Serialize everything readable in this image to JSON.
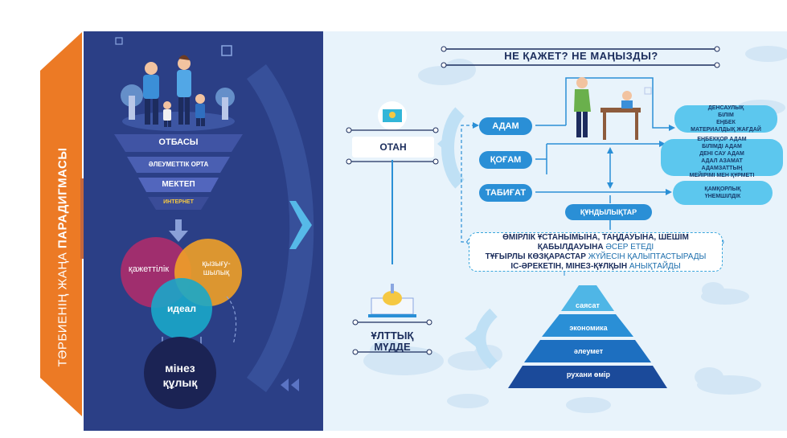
{
  "side_banner": {
    "text_prefix": "ТӘРБИЕНІҢ ЖАҢА",
    "text_main": "ПАРАДИГМАСЫ"
  },
  "funnel": {
    "levels": [
      "ОТБАСЫ",
      "ӘЛЕУМЕТТІК ОРТА",
      "МЕКТЕП",
      "ИНТЕРНЕТ"
    ]
  },
  "venn": {
    "circles": [
      "қажеттілік",
      "қызығу-шылық",
      "идеал"
    ],
    "result": "мінез құлық"
  },
  "title": "НЕ ҚАЖЕТ? НЕ МАҢЫЗДЫ?",
  "otan": "ОТАН",
  "pillars": [
    "АДАМ",
    "ҚОҒАМ",
    "ТАБИҒАТ"
  ],
  "values_pill": "ҚҰНДЫЛЫҚТАР",
  "bubbles": {
    "adam": [
      "ДЕНСАУЛЫҚ",
      "БІЛІМ",
      "ЕҢБЕК",
      "МАТЕРИАЛДЫҚ ЖАҒДАЙ"
    ],
    "kogam": [
      "ЕҢБЕКҚОР АДАМ",
      "БІЛІМДІ АДАМ",
      "ДЕНІ САУ АДАМ",
      "АДАЛ АЗАМАТ",
      "АДАМЗАТТЫҢ",
      "МЕЙІРІМІ МЕН ҚҰРМЕТІ"
    ],
    "tabigat": [
      "ҚАМҚОРЛЫҚ",
      "ҮНЕМШІЛДІК"
    ]
  },
  "value_text": {
    "l1": "ӨМІРЛІК ҰСТАНЫМЫНА, ТАҢДАУЫНА, ШЕШІМ",
    "l2_bold": "ҚАБЫЛДАУЫНА",
    "l2_rest": " ӘСЕР ЕТЕДІ",
    "l3_bold": "ТҰҒЫРЛЫ КӨЗҚАРАСТАР",
    "l3_rest": " ЖҮЙЕСІН ҚАЛЫПТАСТЫРАДЫ",
    "l4_bold": "ІС-ӘРЕКЕТІН, МІНЕЗ-ҚҰЛҚЫН",
    "l4_rest": " АНЫҚТАЙДЫ"
  },
  "national_interest": [
    "ҰЛТТЫҚ",
    "МҮДДЕ"
  ],
  "pyramid": [
    "саясат",
    "экономика",
    "әлеумет",
    "рухани өмір"
  ],
  "colors": {
    "orange": "#ec7a25",
    "dark_panel": "#2b3f86",
    "light_panel": "#e8f3fb",
    "accent_blue": "#2a8fd6",
    "bubble_blue": "#5cc7ee",
    "navy_text": "#1b2d5c"
  }
}
